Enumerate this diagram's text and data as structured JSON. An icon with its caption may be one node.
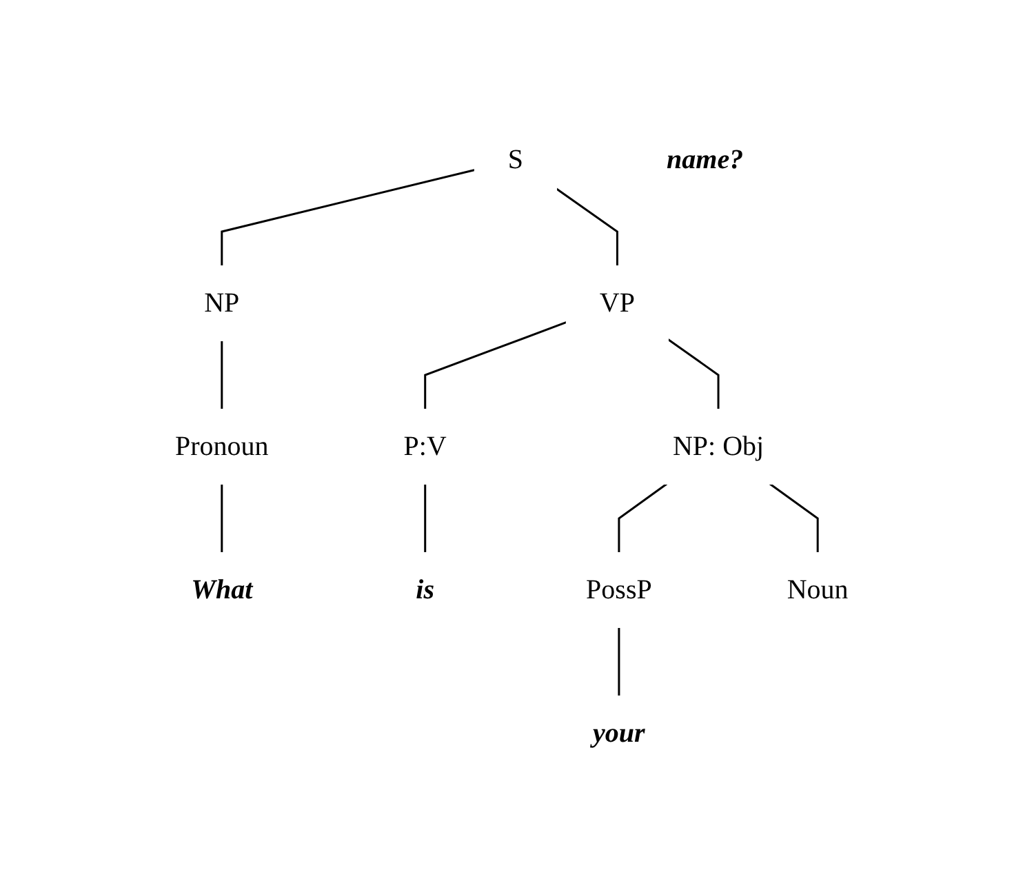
{
  "diagram": {
    "nodes": [
      {
        "text": [
          "S"
        ]
      },
      {
        "text": [
          "NP"
        ]
      },
      {
        "text": [
          "VP"
        ]
      },
      {
        "text": [
          "Pronoun"
        ]
      },
      {
        "text": [
          "P:V"
        ]
      },
      {
        "text": [
          "NP: Obj"
        ]
      },
      {
        "text": [
          "PossP"
        ]
      },
      {
        "text": [
          "Noun"
        ]
      },
      {
        "text": [
          "What"
        ]
      },
      {
        "text": [
          "is"
        ]
      },
      {
        "text": [
          "your"
        ]
      },
      {
        "text": [
          "name?"
        ]
      }
    ],
    "edges": [
      {
        "from": 0,
        "to": 1,
        "arrow": "none"
      },
      {
        "from": 0,
        "to": 2,
        "arrow": "none"
      },
      {
        "from": 1,
        "to": 3,
        "arrow": "none"
      },
      {
        "from": 2,
        "to": 4,
        "arrow": "none"
      },
      {
        "from": 2,
        "to": 5,
        "arrow": "none"
      },
      {
        "from": 5,
        "to": 6,
        "arrow": "none"
      },
      {
        "from": 5,
        "to": 7,
        "arrow": "none"
      },
      {
        "from": 3,
        "to": 8,
        "arrow": "none"
      },
      {
        "from": 4,
        "to": 9,
        "arrow": "none"
      },
      {
        "from": 6,
        "to": 10,
        "arrow": "none"
      }
    ]
  }
}
